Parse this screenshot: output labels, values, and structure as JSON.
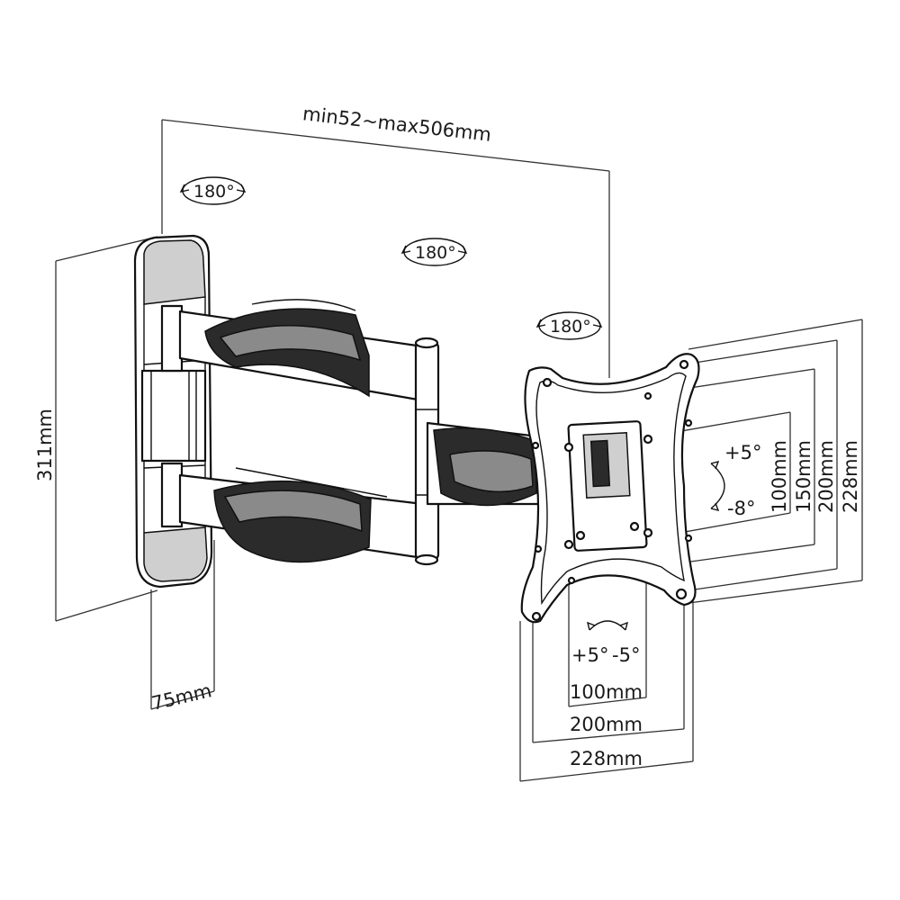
{
  "dimensions": {
    "depth_range": "min52~max506mm",
    "wall_plate_height": "311mm",
    "wall_plate_width": "75mm",
    "vesa_horizontal": [
      "100mm",
      "200mm",
      "228mm"
    ],
    "vesa_vertical": [
      "100mm",
      "150mm",
      "200mm",
      "228mm"
    ]
  },
  "rotations": {
    "pivot_1": "180°",
    "pivot_2": "180°",
    "pivot_3": "180°"
  },
  "tilt": {
    "up": "+5°",
    "down": "-8°"
  },
  "swivel": {
    "plus": "+5°",
    "minus": "-5°"
  }
}
